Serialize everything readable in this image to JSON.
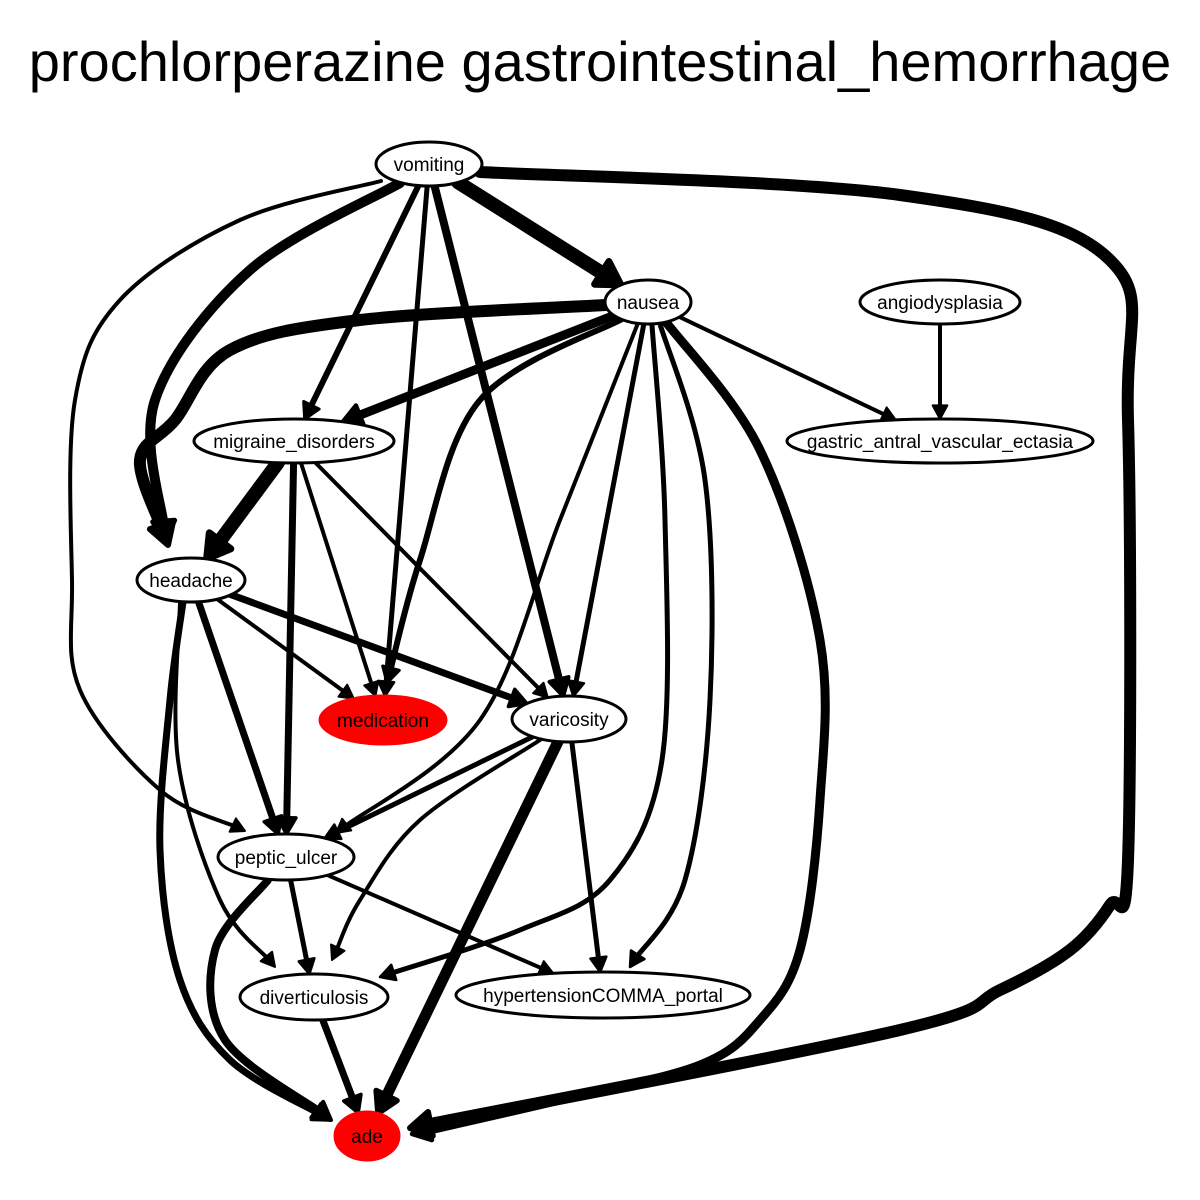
{
  "title": "prochlorperazine gastrointestinal_hemorrhage",
  "colors": {
    "highlight": "#ff0000",
    "stroke": "#000000",
    "fill": "#ffffff"
  },
  "nodes": [
    {
      "id": "vomiting",
      "label": "vomiting",
      "highlight": false
    },
    {
      "id": "nausea",
      "label": "nausea",
      "highlight": false
    },
    {
      "id": "angiodysplasia",
      "label": "angiodysplasia",
      "highlight": false
    },
    {
      "id": "migraine_disorders",
      "label": "migraine_disorders",
      "highlight": false
    },
    {
      "id": "gastric_antral_vascular_ectasia",
      "label": "gastric_antral_vascular_ectasia",
      "highlight": false
    },
    {
      "id": "headache",
      "label": "headache",
      "highlight": false
    },
    {
      "id": "medication",
      "label": "medication",
      "highlight": true
    },
    {
      "id": "varicosity",
      "label": "varicosity",
      "highlight": false
    },
    {
      "id": "peptic_ulcer",
      "label": "peptic_ulcer",
      "highlight": false
    },
    {
      "id": "diverticulosis",
      "label": "diverticulosis",
      "highlight": false
    },
    {
      "id": "hypertensionCOMMA_portal",
      "label": "hypertensionCOMMA_portal",
      "highlight": false
    },
    {
      "id": "ade",
      "label": "ade",
      "highlight": true
    }
  ],
  "edges": [
    {
      "from": "vomiting",
      "to": "nausea",
      "weight": 14
    },
    {
      "from": "vomiting",
      "to": "ade",
      "weight": 12
    },
    {
      "from": "vomiting",
      "to": "headache",
      "weight": 10
    },
    {
      "from": "vomiting",
      "to": "migraine_disorders",
      "weight": 6
    },
    {
      "from": "vomiting",
      "to": "medication",
      "weight": 5
    },
    {
      "from": "vomiting",
      "to": "varicosity",
      "weight": 8
    },
    {
      "from": "vomiting",
      "to": "peptic_ulcer",
      "weight": 4
    },
    {
      "from": "nausea",
      "to": "headache",
      "weight": 12
    },
    {
      "from": "nausea",
      "to": "migraine_disorders",
      "weight": 9
    },
    {
      "from": "nausea",
      "to": "medication",
      "weight": 6
    },
    {
      "from": "nausea",
      "to": "varicosity",
      "weight": 5
    },
    {
      "from": "nausea",
      "to": "peptic_ulcer",
      "weight": 4
    },
    {
      "from": "nausea",
      "to": "diverticulosis",
      "weight": 5
    },
    {
      "from": "nausea",
      "to": "hypertensionCOMMA_portal",
      "weight": 5
    },
    {
      "from": "nausea",
      "to": "ade",
      "weight": 9
    },
    {
      "from": "nausea",
      "to": "gastric_antral_vascular_ectasia",
      "weight": 4
    },
    {
      "from": "angiodysplasia",
      "to": "gastric_antral_vascular_ectasia",
      "weight": 4
    },
    {
      "from": "migraine_disorders",
      "to": "headache",
      "weight": 14
    },
    {
      "from": "migraine_disorders",
      "to": "peptic_ulcer",
      "weight": 7
    },
    {
      "from": "migraine_disorders",
      "to": "medication",
      "weight": 4
    },
    {
      "from": "migraine_disorders",
      "to": "varicosity",
      "weight": 4
    },
    {
      "from": "headache",
      "to": "varicosity",
      "weight": 7
    },
    {
      "from": "headache",
      "to": "medication",
      "weight": 4
    },
    {
      "from": "headache",
      "to": "peptic_ulcer",
      "weight": 7
    },
    {
      "from": "headache",
      "to": "diverticulosis",
      "weight": 4
    },
    {
      "from": "headache",
      "to": "ade",
      "weight": 7
    },
    {
      "from": "varicosity",
      "to": "peptic_ulcer",
      "weight": 5
    },
    {
      "from": "varicosity",
      "to": "diverticulosis",
      "weight": 4
    },
    {
      "from": "varicosity",
      "to": "hypertensionCOMMA_portal",
      "weight": 5
    },
    {
      "from": "varicosity",
      "to": "ade",
      "weight": 11
    },
    {
      "from": "peptic_ulcer",
      "to": "diverticulosis",
      "weight": 5
    },
    {
      "from": "peptic_ulcer",
      "to": "hypertensionCOMMA_portal",
      "weight": 4
    },
    {
      "from": "peptic_ulcer",
      "to": "ade",
      "weight": 8
    },
    {
      "from": "diverticulosis",
      "to": "ade",
      "weight": 7
    }
  ]
}
